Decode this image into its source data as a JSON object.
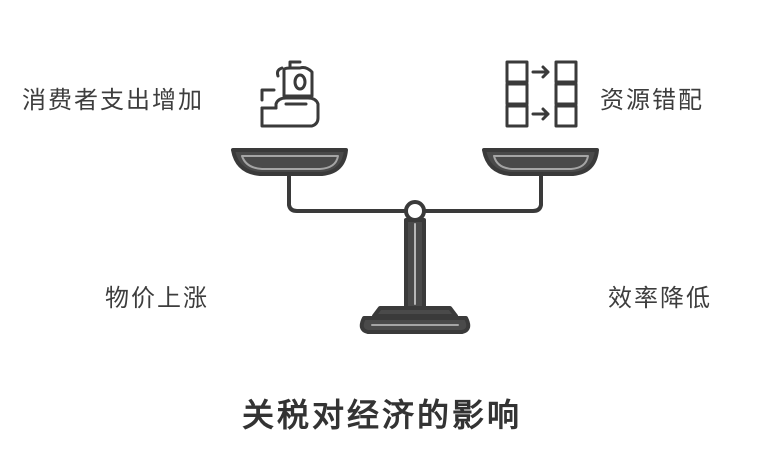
{
  "title": "关税对经济的影响",
  "labels": {
    "top_left": "消费者支出增加",
    "top_right": "资源错配",
    "bottom_left": "物价上涨",
    "bottom_right": "效率降低"
  },
  "icons": {
    "left_pan_icon": "hand-holding-money-icon",
    "right_pan_icon": "resource-blocks-arrows-icon"
  },
  "colors": {
    "ink": "#3a3a3a",
    "background": "#ffffff"
  }
}
